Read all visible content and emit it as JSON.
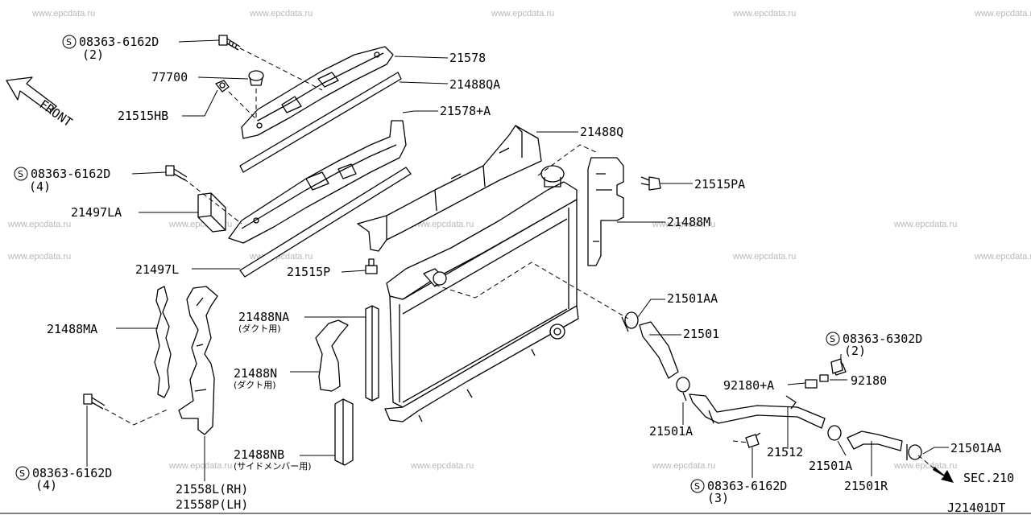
{
  "watermark": "www.epcdata.ru",
  "front_label": "FRONT",
  "sec_label": "SEC.210",
  "diagram_code": "J21401DT",
  "bolt_symbol": "S",
  "labels": {
    "b1": "08363-6162D",
    "b1q": "(2)",
    "p21578": "21578",
    "p77700": "77700",
    "p21488QA": "21488QA",
    "p21515HB": "21515HB",
    "p21578A": "21578+A",
    "p21488Q": "21488Q",
    "b2": "08363-6162D",
    "b2q": "(4)",
    "p21515PA": "21515PA",
    "p21497LA": "21497LA",
    "p21488M": "21488M",
    "p21497L": "21497L",
    "p21515P": "21515P",
    "p21501AA_top": "21501AA",
    "p21488NA": "21488NA",
    "p21488NA_note": "(ダクト用)",
    "p21501": "21501",
    "p21488MA": "21488MA",
    "b3": "08363-6302D",
    "b3q": "(2)",
    "p21488N": "21488N",
    "p21488N_note": "(ダクト用)",
    "p92180A": "92180+A",
    "p92180": "92180",
    "p21501A_left": "21501A",
    "p21512": "21512",
    "p21501AA_right": "21501AA",
    "p21488NB": "21488NB",
    "p21488NB_note": "(サイドメンバー用)",
    "p21501A_right": "21501A",
    "b4": "08363-6162D",
    "b4q": "(4)",
    "p21501R": "21501R",
    "b5": "08363-6162D",
    "b5q": "(3)",
    "p21558L": "21558L(RH)",
    "p21558P": "21558P(LH)"
  }
}
